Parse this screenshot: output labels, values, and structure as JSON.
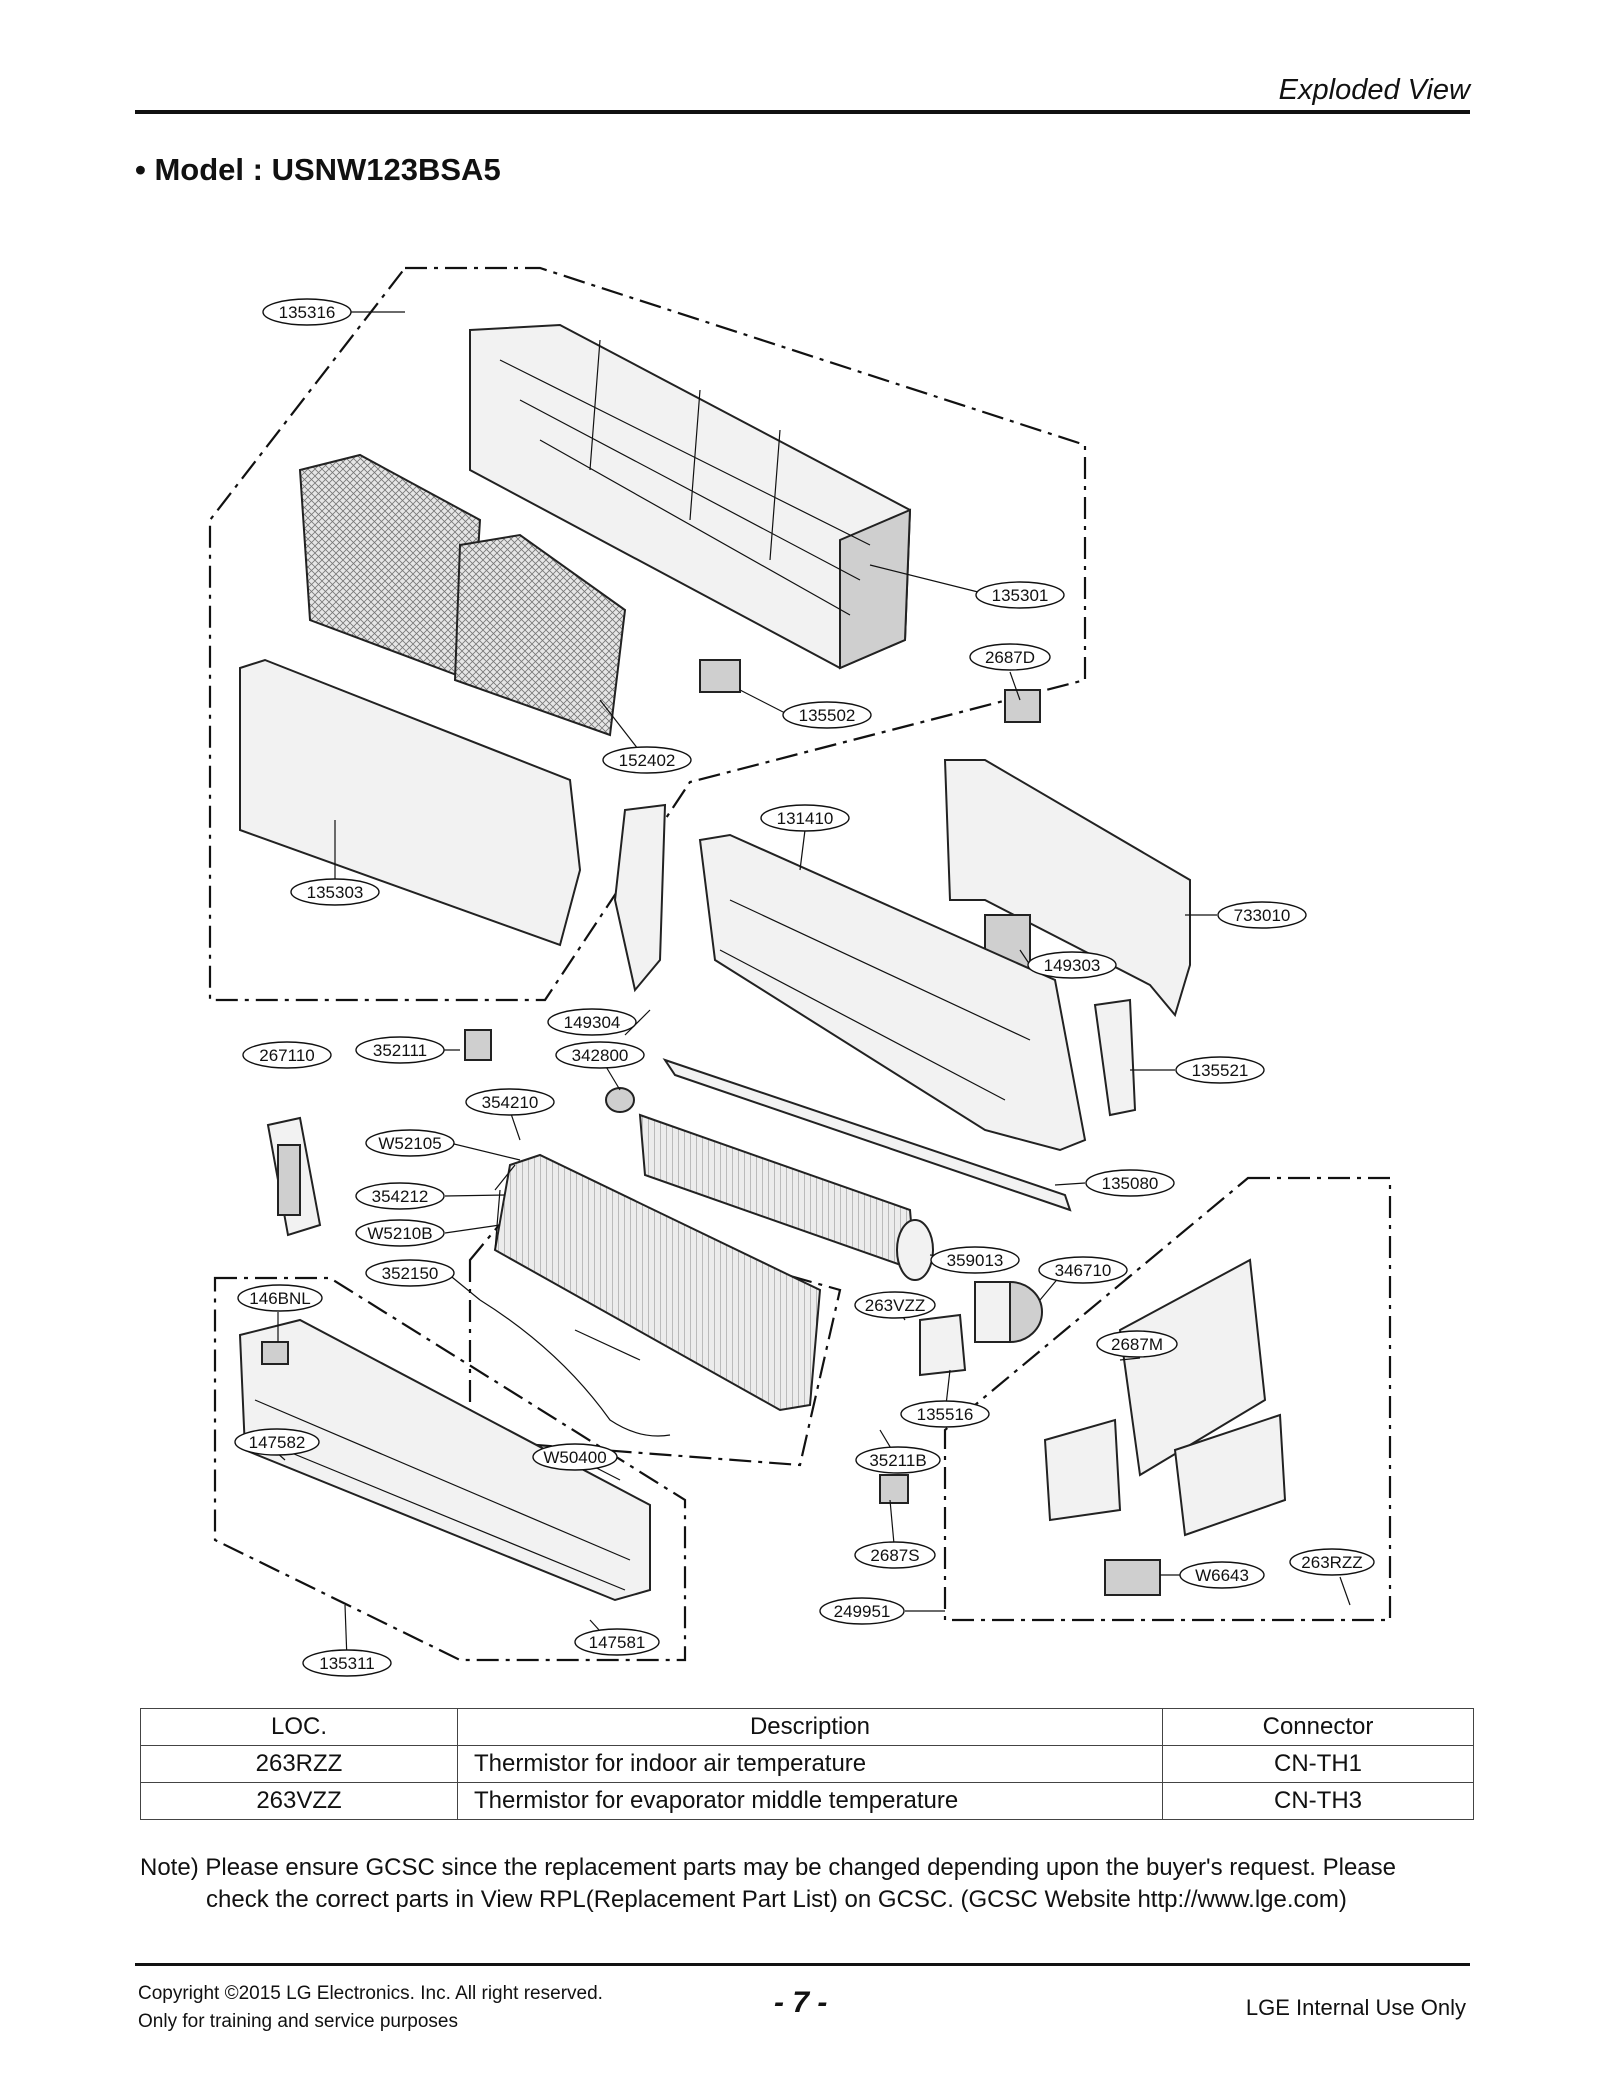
{
  "header": {
    "title": "Exploded View"
  },
  "model": {
    "title": "• Model : USNW123BSA5"
  },
  "parts": {
    "p135316": "135316",
    "p135301": "135301",
    "p2687D": "2687D",
    "p135502": "135502",
    "p152402": "152402",
    "p131410": "131410",
    "p135303": "135303",
    "p733010": "733010",
    "p149303": "149303",
    "p149304": "149304",
    "p342800": "342800",
    "p267110": "267110",
    "p352111": "352111",
    "p135521": "135521",
    "p354210": "354210",
    "pW52105": "W52105",
    "p354212": "354212",
    "pW5210B": "W5210B",
    "p135080": "135080",
    "p359013": "359013",
    "p346710": "346710",
    "p352150": "352150",
    "p146BNL": "146BNL",
    "p263VZZ": "263VZZ",
    "p2687M": "2687M",
    "p135516": "135516",
    "p147582": "147582",
    "pW50400": "W50400",
    "p35211B": "35211B",
    "p2687S": "2687S",
    "pW6643": "W6643",
    "p263RZZ": "263RZZ",
    "p249951": "249951",
    "p147581": "147581",
    "p135311": "135311"
  },
  "table": {
    "headers": {
      "loc": "LOC.",
      "description": "Description",
      "connector": "Connector"
    },
    "rows": [
      {
        "loc": "263RZZ",
        "description": "Thermistor for indoor air temperature",
        "connector": "CN-TH1"
      },
      {
        "loc": "263VZZ",
        "description": "Thermistor for evaporator middle temperature",
        "connector": "CN-TH3"
      }
    ]
  },
  "note": {
    "line1": "Note) Please ensure GCSC since the replacement parts may be changed depending upon the buyer's request. Please",
    "line2": "check the correct parts in View RPL(Replacement Part List) on GCSC. (GCSC Website http://www.lge.com)"
  },
  "footer": {
    "copyright_line1": "Copyright ©2015 LG Electronics. Inc. All right reserved.",
    "copyright_line2": "Only for training and service purposes",
    "page_number": "- 7 -",
    "internal": "LGE Internal Use Only"
  }
}
